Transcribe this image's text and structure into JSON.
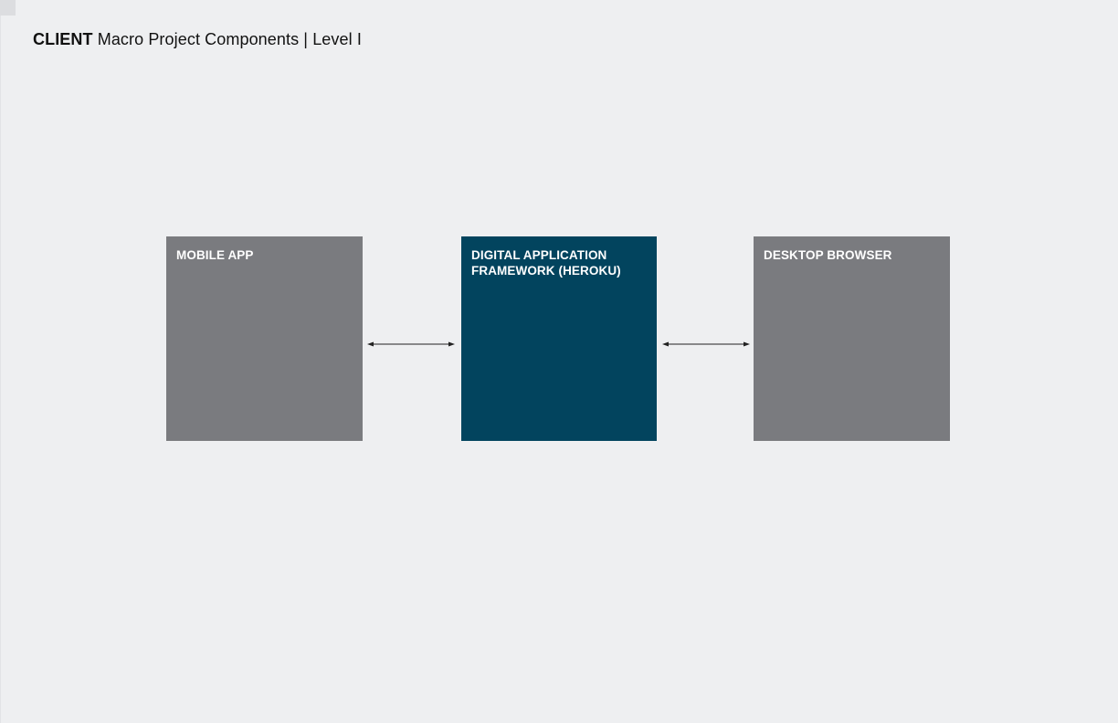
{
  "header": {
    "title_bold": "CLIENT",
    "title_rest": "Macro Project Components | Level I"
  },
  "diagram": {
    "nodes": [
      {
        "id": "mobile-app",
        "label": "MOBILE APP",
        "color": "#7a7b7f"
      },
      {
        "id": "framework",
        "label": "DIGITAL APPLICATION\nFRAMEWORK (HEROKU)",
        "color": "#02445e"
      },
      {
        "id": "desktop-browser",
        "label": "DESKTOP BROWSER",
        "color": "#7a7b7f"
      }
    ],
    "edges": [
      {
        "from": "mobile-app",
        "to": "framework",
        "direction": "bidirectional"
      },
      {
        "from": "framework",
        "to": "desktop-browser",
        "direction": "bidirectional"
      }
    ]
  },
  "colors": {
    "background": "#eeeff1",
    "node_gray": "#7a7b7f",
    "node_accent": "#02445e",
    "text_on_node": "#ffffff",
    "title_text": "#111111"
  }
}
